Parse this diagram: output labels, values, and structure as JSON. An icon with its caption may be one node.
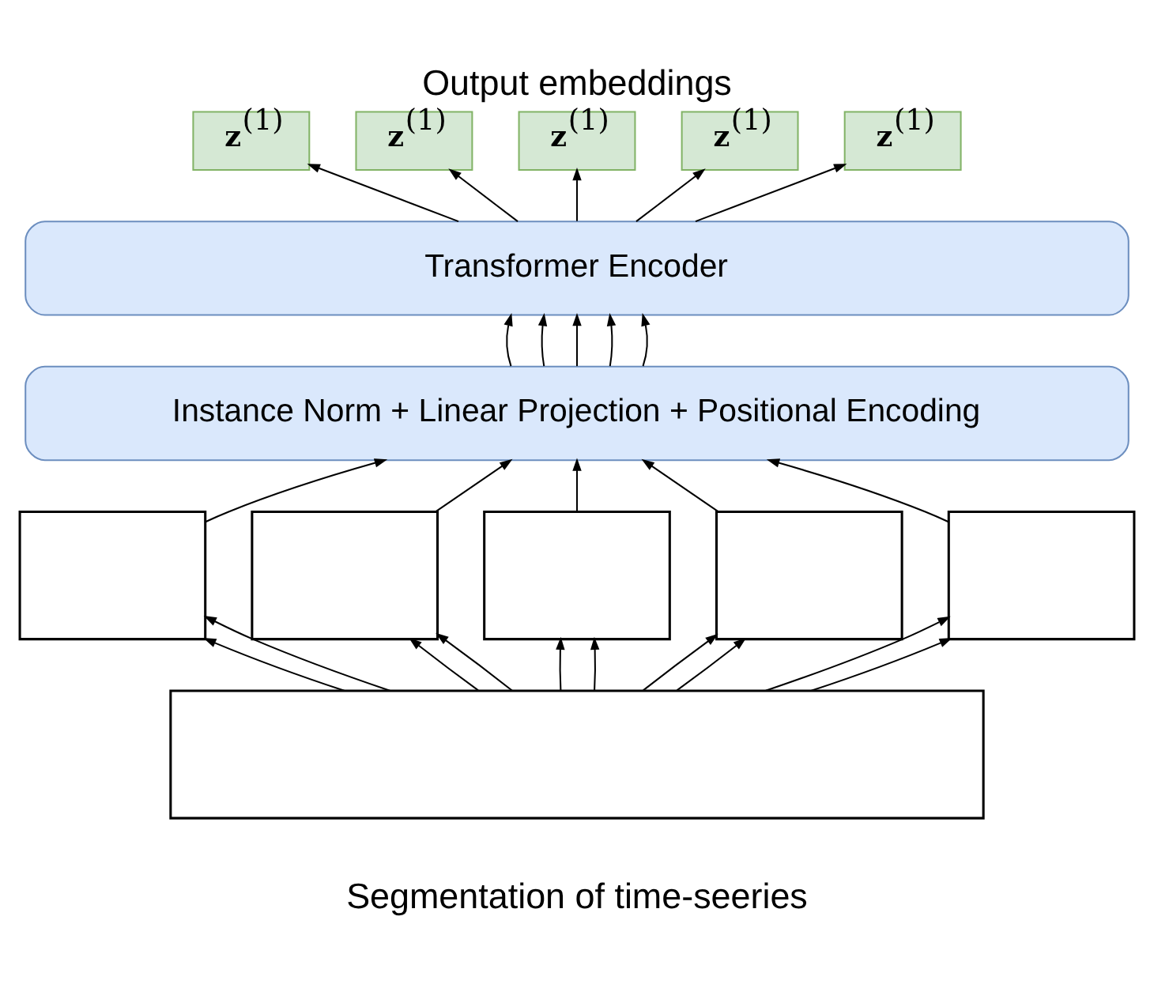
{
  "diagram": {
    "title": "Output embeddings",
    "caption": "Segmentation of time-seeries",
    "nodes": [
      {
        "text": [
          "z$^{(1)}$"
        ]
      },
      {
        "text": [
          "z$^{(1)}$"
        ]
      },
      {
        "text": [
          "z$^{(1)}$"
        ]
      },
      {
        "text": [
          "z$^{(1)}$"
        ]
      },
      {
        "text": [
          "z$^{(1)}$"
        ]
      },
      {
        "text": [
          "Transformer Encoder"
        ]
      },
      {
        "text": [
          "Instance Norm + Linear Projection + Positional Encoding"
        ]
      },
      {
        "text": [],
        "shape": "box"
      },
      {
        "text": [],
        "shape": "box"
      },
      {
        "text": [],
        "shape": "box"
      },
      {
        "text": [],
        "shape": "box"
      },
      {
        "text": [],
        "shape": "box"
      },
      {
        "text": [],
        "shape": "box"
      }
    ],
    "edges": [
      {
        "from": 5,
        "to": 0,
        "arrow": "to"
      },
      {
        "from": 5,
        "to": 1,
        "arrow": "to"
      },
      {
        "from": 5,
        "to": 2,
        "arrow": "to"
      },
      {
        "from": 5,
        "to": 3,
        "arrow": "to"
      },
      {
        "from": 5,
        "to": 4,
        "arrow": "to"
      },
      {
        "from": 6,
        "to": 5,
        "arrow": "to"
      },
      {
        "from": 6,
        "to": 5,
        "arrow": "to"
      },
      {
        "from": 6,
        "to": 5,
        "arrow": "to"
      },
      {
        "from": 6,
        "to": 5,
        "arrow": "to"
      },
      {
        "from": 6,
        "to": 5,
        "arrow": "to"
      },
      {
        "from": 7,
        "to": 6,
        "arrow": "to"
      },
      {
        "from": 8,
        "to": 6,
        "arrow": "to"
      },
      {
        "from": 9,
        "to": 6,
        "arrow": "to"
      },
      {
        "from": 10,
        "to": 6,
        "arrow": "to"
      },
      {
        "from": 11,
        "to": 6,
        "arrow": "to"
      },
      {
        "from": 12,
        "to": 7,
        "arrow": "to"
      },
      {
        "from": 12,
        "to": 7,
        "arrow": "to"
      },
      {
        "from": 12,
        "to": 8,
        "arrow": "to"
      },
      {
        "from": 12,
        "to": 8,
        "arrow": "to"
      },
      {
        "from": 12,
        "to": 9,
        "arrow": "to"
      },
      {
        "from": 12,
        "to": 9,
        "arrow": "to"
      },
      {
        "from": 12,
        "to": 10,
        "arrow": "to"
      },
      {
        "from": 12,
        "to": 10,
        "arrow": "to"
      },
      {
        "from": 12,
        "to": 11,
        "arrow": "to"
      },
      {
        "from": 12,
        "to": 11,
        "arrow": "to"
      }
    ]
  }
}
